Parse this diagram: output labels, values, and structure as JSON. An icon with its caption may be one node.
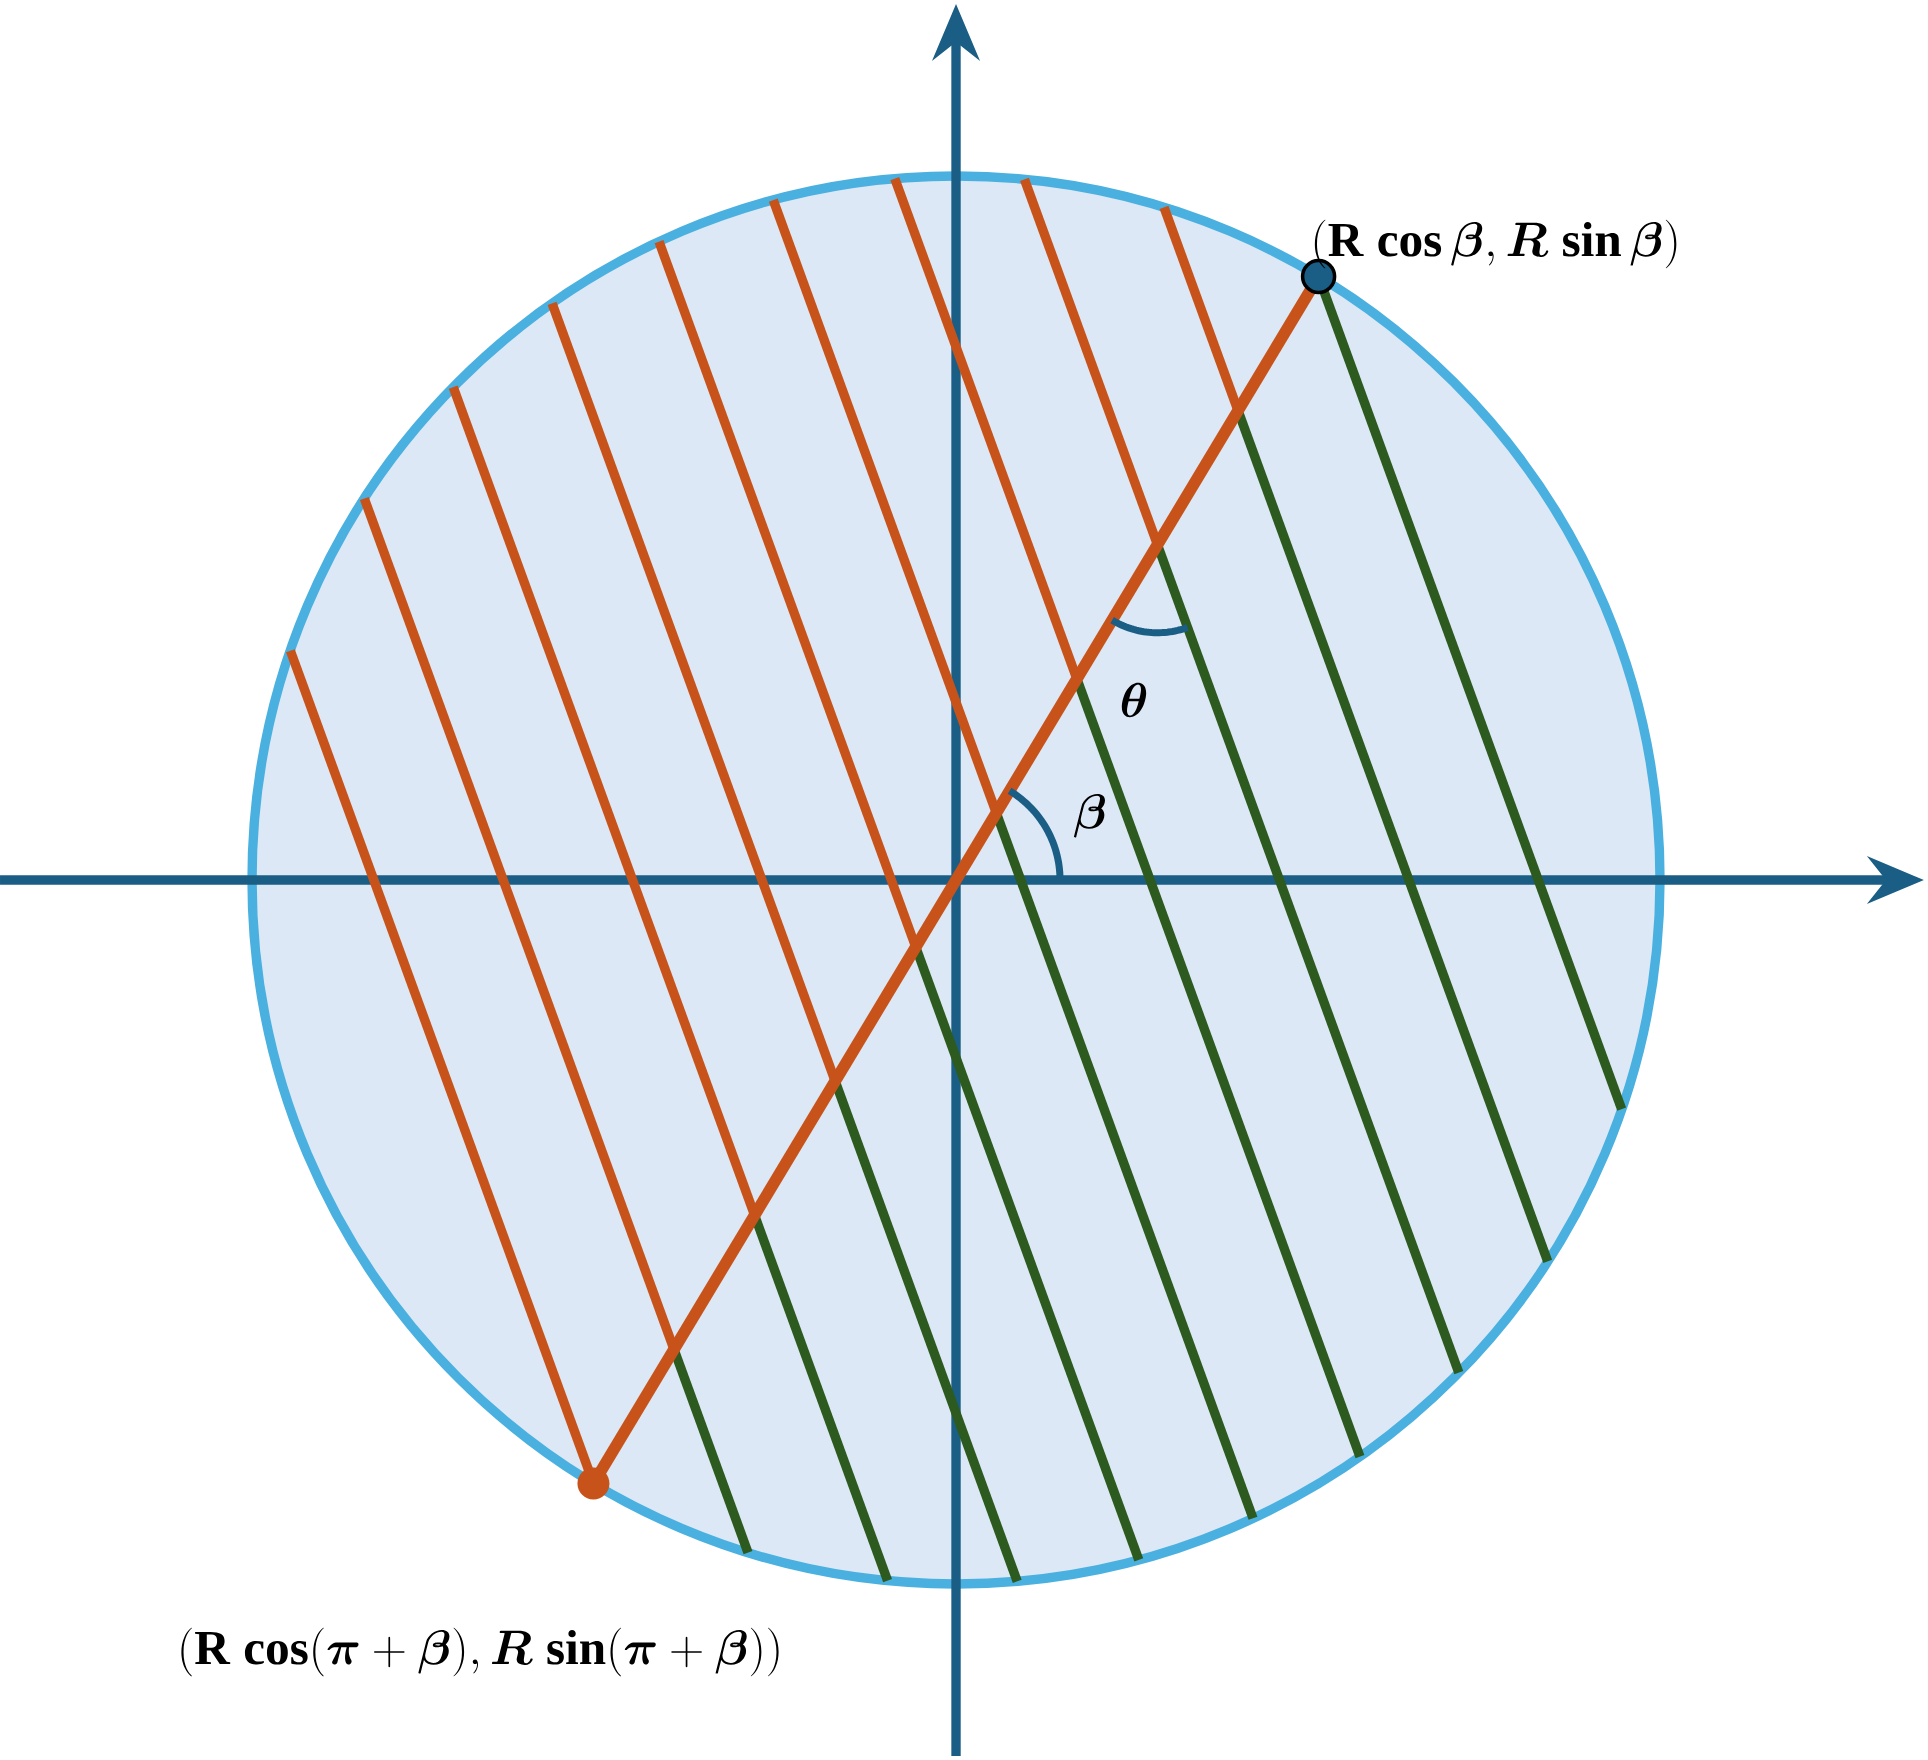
{
  "diagram": {
    "labels": [
      "(\\mathbf{R}\\;\\mathbf{cos}\\,\\bm{\\beta}, \\bm{R}\\;\\mathbf{sin}\\,\\bm{\\beta})",
      "\\bm{\\theta}",
      "\\bm{\\beta}",
      "(\\mathbf{R}\\;\\mathbf{cos}(\\bm{\\pi}+\\bm{\\beta}), \\bm{R}\\;\\mathbf{sin}(\\bm{\\pi}+\\bm{\\beta}))"
    ]
  }
}
